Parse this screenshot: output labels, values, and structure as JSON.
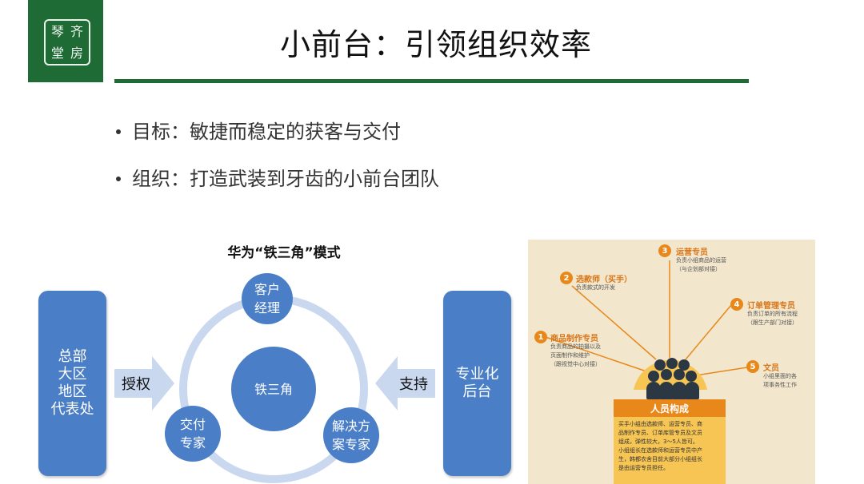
{
  "logo": {
    "chars": [
      "琴",
      "齐",
      "堂",
      "房"
    ]
  },
  "title": "小前台：引领组织效率",
  "bullets": [
    "目标：敏捷而稳定的获客与交付",
    "组织：打造武装到牙齿的小前台团队"
  ],
  "diagram": {
    "title": "华为“铁三角”模式",
    "left_box": [
      "总部",
      "大区",
      "地区",
      "代表处"
    ],
    "left_arrow": "授权",
    "right_box": [
      "专业化",
      "后台"
    ],
    "right_arrow": "支持",
    "center": "铁三角",
    "nodes": {
      "top": [
        "客户",
        "经理"
      ],
      "bottom_left": [
        "交付",
        "专家"
      ],
      "bottom_right": [
        "解决方",
        "案专家"
      ]
    },
    "colors": {
      "box": "#4a7ec6",
      "ring": "#c9d8ef",
      "circle": "#4a7ec6",
      "arrow": "#c9d8ef"
    }
  },
  "infographic": {
    "roles": [
      {
        "num": "1",
        "title": "商品制作专员",
        "desc": [
          "负责商品的拍摄以及",
          "页面制作和维护",
          "（跟视觉中心对接）"
        ]
      },
      {
        "num": "2",
        "title": "选款师（买手）",
        "desc": [
          "负责款式的开发"
        ]
      },
      {
        "num": "3",
        "title": "运营专员",
        "desc": [
          "负责小组商品的运营",
          "（与企划部对接）"
        ]
      },
      {
        "num": "4",
        "title": "订单管理专员",
        "desc": [
          "负责订单的所有流程",
          "（跟生产部门对接）"
        ]
      },
      {
        "num": "5",
        "title": "文员",
        "desc": [
          "小组里面的各",
          "项事务性工作"
        ]
      }
    ],
    "composition_title": "人员构成",
    "composition_text": [
      "买手小组由选款师、运营专员、商",
      "品制作专员、订单库管专员及文员",
      "组成，弹性较大，3～5人皆可。",
      "小组组长在选款师和运营专员中产",
      "生，韩都衣舍目前大部分小组组长",
      "是由运营专员担任。"
    ],
    "colors": {
      "bg": "#f2e6cc",
      "accent": "#e8881a",
      "box": "#f6c553",
      "people": "#2c3744"
    }
  }
}
